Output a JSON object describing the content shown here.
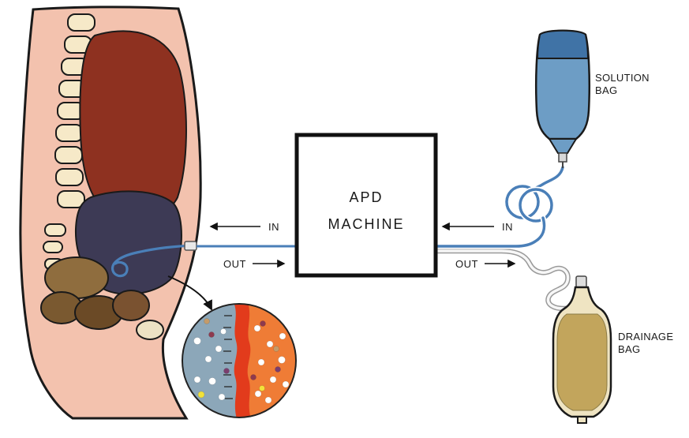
{
  "diagram": {
    "machine": {
      "line1": "APD",
      "line2": "MACHINE"
    },
    "solution_bag": {
      "line1": "SOLUTION",
      "line2": "BAG"
    },
    "drainage_bag": {
      "line1": "DRAINAGE",
      "line2": "BAG"
    },
    "flow": {
      "left_in": "IN",
      "left_out": "OUT",
      "right_in": "IN",
      "right_out": "OUT"
    },
    "colors": {
      "skin": "#F3C2AE",
      "bone": "#F6E9C8",
      "organ_red": "#8E3120",
      "cavity_navy": "#3D3A55",
      "intestine_brown": "#8F6D3E",
      "intestine_mid": "#7A5930",
      "intestine_dark": "#6B4A26",
      "bladder_brown": "#7A5230",
      "pelvic_cream": "#EDE2C4",
      "tube_blue": "#4A7FB8",
      "solution_blue": "#6D9DC5",
      "solution_blue_dark": "#4073A6",
      "drainage_khaki": "#C2A55C",
      "drainage_cream": "#EFE4C2",
      "membrane_left": "#8CA7B9",
      "membrane_red": "#E23B1C",
      "membrane_right": "#EF7C36"
    }
  }
}
